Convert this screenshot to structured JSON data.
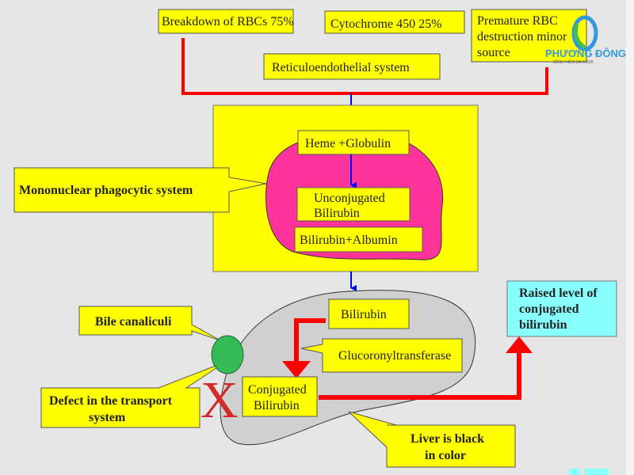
{
  "sources": {
    "rbc_breakdown": "Breakdown of RBCs 75%",
    "cytochrome": "Cytochrome 450 25%",
    "premature": [
      "Premature RBC",
      "destruction minor",
      "source"
    ]
  },
  "reticuloendothelial": "Reticuloendothelial system",
  "mononuclear": "Mononuclear phagocytic system",
  "heme_globulin": "Heme +Globulin",
  "unconjugated": [
    "Unconjugated",
    "Bilirubin"
  ],
  "bilirubin_albumin": "Bilirubin+Albumin",
  "liver": {
    "bilirubin": "Bilirubin",
    "enzyme": "Glucoronyltransferase",
    "conjugated": [
      "Conjugated",
      "Bilirubin"
    ],
    "block_mark": "X"
  },
  "bile_canaliculi": "Bile canaliculi",
  "defect": [
    "Defect in the transport",
    "system"
  ],
  "raised": [
    "Raised level of",
    "conjugated",
    "bilirubin"
  ],
  "liver_color": [
    "Liver is black",
    "in color"
  ],
  "logo": {
    "name": "PHƯƠNG ĐÔNG",
    "sub": "BỆNH VIỆN ĐA KHOA"
  },
  "colors": {
    "yellow": "#ffff00",
    "pink": "#ff3399",
    "red": "#ff0000",
    "blue": "#0000ff",
    "green": "#33bb55",
    "cyan": "#88ffff",
    "liver_gray": "#d0d0d0"
  }
}
